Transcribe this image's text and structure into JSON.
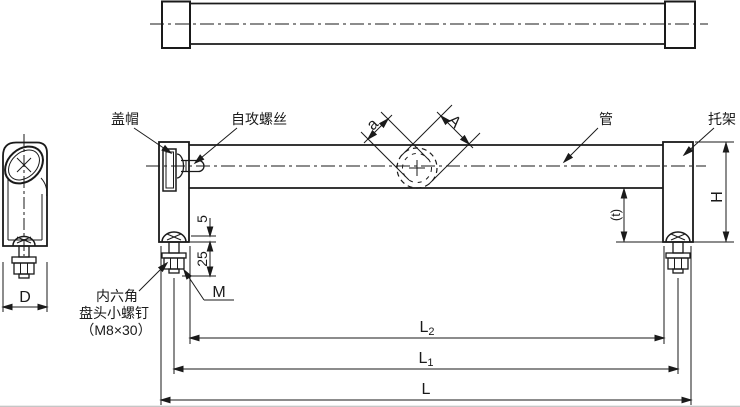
{
  "drawing": {
    "type": "engineering-drawing",
    "views": [
      "top-view",
      "front-view",
      "side-view"
    ],
    "line_color": "#1a1a1a",
    "background_color": "#ffffff"
  },
  "labels": {
    "cap": "盖帽",
    "self_tapping_screw": "自攻螺丝",
    "pipe": "管",
    "bracket": "托架",
    "socket_screw_line1": "内六角",
    "socket_screw_line2": "盘头小螺钉",
    "socket_screw_line3": "（M8×30）"
  },
  "dimensions": {
    "pipe_inner_dia": "a",
    "pipe_outer_dia": "A",
    "bracket_height": "H",
    "drop": "(t)",
    "seat_offset": "5",
    "thread_protrusion": "25",
    "thread_size": "M",
    "bracket_depth": "D",
    "length_inner": {
      "base": "L",
      "sub": "2"
    },
    "length_centers": {
      "base": "L",
      "sub": "1"
    },
    "length_overall": {
      "base": "L",
      "sub": ""
    }
  }
}
